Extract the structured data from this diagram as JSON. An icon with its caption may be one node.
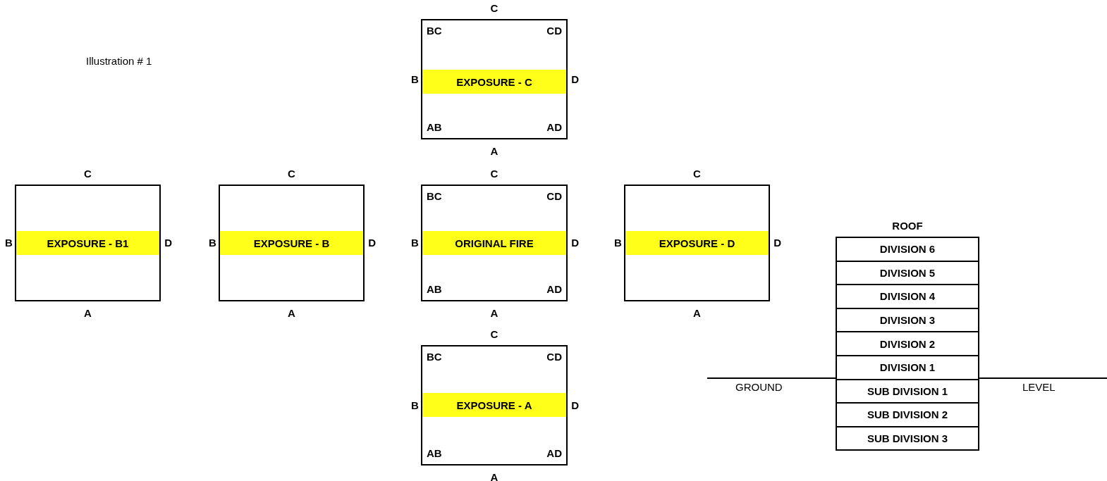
{
  "diagram": {
    "nodes": [
      {
        "text": [
          "BC",
          "CD",
          "AB",
          "AD"
        ],
        "beside": [
          "C",
          "B",
          "D",
          "A"
        ]
      },
      {
        "text": [
          "EXPOSURE - C"
        ],
        "in": 0
      },
      {
        "text": [],
        "shape": "box",
        "beside": [
          "C",
          "B",
          "D",
          "A"
        ]
      },
      {
        "text": [
          "EXPOSURE - B1"
        ],
        "in": 2
      },
      {
        "text": [],
        "shape": "box",
        "beside": [
          "C",
          "B",
          "D",
          "A"
        ]
      },
      {
        "text": [
          "EXPOSURE - B"
        ],
        "in": 4
      },
      {
        "text": [
          "BC",
          "CD",
          "AB",
          "AD"
        ],
        "beside": [
          "C",
          "B",
          "D",
          "A"
        ]
      },
      {
        "text": [
          "ORIGINAL FIRE"
        ],
        "in": 6
      },
      {
        "text": [],
        "shape": "box",
        "beside": [
          "C",
          "B",
          "D",
          "A"
        ]
      },
      {
        "text": [
          "EXPOSURE - D"
        ],
        "in": 8
      },
      {
        "text": [
          "ROOF"
        ]
      },
      {
        "text": [
          "DIVISION 6"
        ],
        "in": 10
      },
      {
        "text": [
          "DIVISION 5"
        ],
        "in": 10
      },
      {
        "text": [
          "DIVISION 4"
        ],
        "in": 10
      },
      {
        "text": [
          "DIVISION 3"
        ],
        "in": 10
      },
      {
        "text": [
          "DIVISION 2"
        ],
        "in": 10
      },
      {
        "text": [
          "DIVISION 1"
        ],
        "in": 10
      },
      {
        "text": [
          "SUB DIVISION 1"
        ],
        "in": 10
      },
      {
        "text": [
          "SUB DIVISION 2"
        ],
        "in": 10
      },
      {
        "text": [
          "SUB DIVISION 3"
        ],
        "in": 10
      },
      {
        "text": [
          "BC",
          "CD",
          "AB",
          "AD"
        ],
        "beside": [
          "C",
          "B",
          "D",
          "A"
        ]
      },
      {
        "text": [
          "EXPOSURE - A"
        ],
        "in": 20
      }
    ],
    "labels": [
      "Illustration # 1",
      "GROUND",
      "LEVEL"
    ]
  }
}
